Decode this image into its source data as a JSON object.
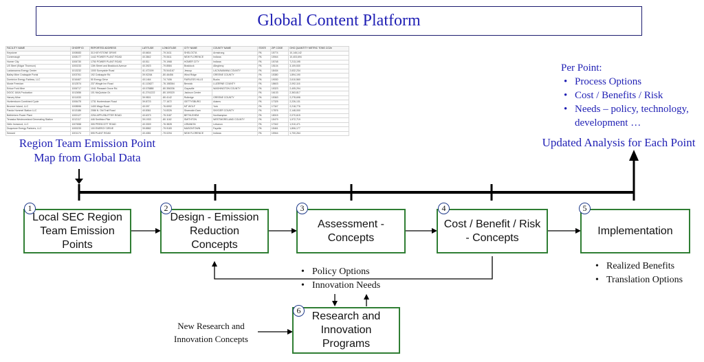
{
  "title": "Global Content Platform",
  "sheet": {
    "headers": [
      "FACILITY NAME",
      "GHGRP ID",
      "REPORTED ADDRESS",
      "LATITUDE",
      "LONGITUDE",
      "CITY NAME",
      "COUNTY NAME",
      "STATE",
      "ZIP CODE",
      "GHG QUANTITY METRIC TONS CO2e"
    ],
    "rows": [
      [
        "Keystone",
        "1008083",
        "313 KEYSTONE DRIVE",
        "40.6604",
        "-79.3411",
        "SHELOCTA",
        "Armstrong",
        "PA",
        "15774",
        "10,146,142"
      ],
      [
        "Conemaugh",
        "1008177",
        "1442 POWER PLANT ROAD",
        "40.3842",
        "-79.0611",
        "NEW FLORENCE",
        "Indiana",
        "PA",
        "15944",
        "10,403,694"
      ],
      [
        "Homer City",
        "1006730",
        "1750 POWER PLANT ROAD",
        "40.511",
        "-79.1968",
        "HOMER CITY",
        "Indiana",
        "PA",
        "15748",
        "7,213,195"
      ],
      [
        "US Steel (Edgar Thomson)",
        "1000233",
        "13th Street and Braddock Avenue",
        "40.3923",
        "-79.8584",
        "Braddock",
        "Allegheny",
        "PA",
        "15104",
        "3,109,530"
      ],
      [
        "Lackawanna Energy Center",
        "1013232",
        "1000 Sunnyside Road",
        "41.472199",
        "-75.544167",
        "Jessup",
        "LACKAWANNA COUNTY",
        "PA",
        "18434",
        "2,632,234"
      ],
      [
        "Bailey Mine Crabapple Portal",
        "1003761",
        "192 Crabapple Rd",
        "39.92264",
        "-80.46456",
        "Wind Ridge",
        "GREENE COUNTY",
        "PA",
        "15380",
        "1,894,190"
      ],
      [
        "Dominion Energy Fairless, LLC",
        "1016467",
        "50 Energy Drive",
        "40.1464",
        "-74.7406",
        "FAIRLESS HILLS",
        "Bucks",
        "PA",
        "19030",
        "2,610,560"
      ],
      [
        "Moxie Freedom",
        "1012574",
        "237 Wingle Inn Road",
        "41.113627",
        "-76.158364",
        "Berwick",
        "LUZERNE COUNTY",
        "PA",
        "18603",
        "2,092,116"
      ],
      [
        "Enlow Fork Mine",
        "1006717",
        "1041 Pleasant Grove Rd.",
        "40.078888",
        "-80.356336",
        "Claysville",
        "WASHINGTON COUNTY",
        "PA",
        "15323",
        "2,405,294"
      ],
      [
        "DGOC 160A Production",
        "1012656",
        "101 McQuiston Dr.",
        "41.2741222",
        "-80.109320",
        "Jackson Center",
        "",
        "PA",
        "16133",
        "2,363,817"
      ],
      [
        "Harvey Mine",
        "1011033",
        "",
        "39.9501",
        "-80.4142",
        "Rutledge",
        "GREENE COUNTY",
        "PA",
        "15363",
        "2,278,698"
      ],
      [
        "Hunterstown Combined Cycle",
        "1006475",
        "1731 Hunterstown Road",
        "39.8723",
        "-77.1672",
        "GETTYSBURG",
        "Adams",
        "PA",
        "17325",
        "2,226,131"
      ],
      [
        "Brunner Island, LLC",
        "1008596",
        "1400 Wago Road",
        "40.097",
        "-76.6992",
        "MT WOLF",
        "York",
        "PA",
        "17347",
        "2,218,776"
      ],
      [
        "Panda Hummel Station LLC",
        "1013186",
        "2086 N. Old Trail Road",
        "40.8361",
        "-74.8326",
        "Shamokin Dam",
        "SNYDER COUNTY",
        "PA",
        "17876",
        "2,148,000"
      ],
      [
        "Bethlehem Power Plant",
        "1000127",
        "2254 APPLEBUTTER ROAD",
        "40.6373",
        "-75.3187",
        "BETHLEHEM",
        "Northampton",
        "PA",
        "18015",
        "2,070,615"
      ],
      [
        "Tenaska Westmoreland Generating Station",
        "1012117",
        "446 Smithton Pike",
        "39.1933",
        "-80.1162",
        "SMITHTON",
        "WESTMORELAND COUNTY",
        "PA",
        "15479",
        "1,972,719"
      ],
      [
        "Helix Ironwood, LLC",
        "1007658",
        "305 PRESCOTT ROAD",
        "40.3309",
        "-76.3828",
        "LEBANON",
        "Lebanon",
        "PA",
        "17042",
        "1,910,471"
      ],
      [
        "Duquesne Energy Partners, LLC",
        "1000233",
        "100 ENERGY DRIVE",
        "39.8582",
        "-79.9183",
        "MASONTOWN",
        "Fayette",
        "PA",
        "15461",
        "1,806,177"
      ],
      [
        "Seward",
        "1001174",
        "595 PLANT ROAD",
        "40.4081",
        "-79.0294",
        "NEW FLORENCE",
        "Indiana",
        "PA",
        "15944",
        "1,700,264"
      ]
    ]
  },
  "left_caption": [
    "Region Team Emission Point",
    "Map from Global Data"
  ],
  "right_caption": "Updated Analysis for Each Point",
  "per_point": {
    "heading": "Per Point:",
    "items": [
      "Process Options",
      "Cost / Benefits / Risk",
      "Needs – policy, technology, development …"
    ]
  },
  "stages": [
    {
      "number": "1",
      "label": "Local SEC Region Team Emission Points"
    },
    {
      "number": "2",
      "label": "Design - Emission Reduction Concepts"
    },
    {
      "number": "3",
      "label": "Assessment - Concepts"
    },
    {
      "number": "4",
      "label": "Cost / Benefit / Risk - Concepts"
    },
    {
      "number": "5",
      "label": "Implementation"
    },
    {
      "number": "6",
      "label": "Research and Innovation Programs"
    }
  ],
  "feedback_items": [
    "Policy Options",
    "Innovation Needs"
  ],
  "implementation_items": [
    "Realized Benefits",
    "Translation Options"
  ],
  "research_input": [
    "New Research and",
    "Innovation Concepts"
  ],
  "colors": {
    "title_blue": "#1f1fb4",
    "box_green": "#2e7d32",
    "circle_blue": "#1f3a8a"
  }
}
